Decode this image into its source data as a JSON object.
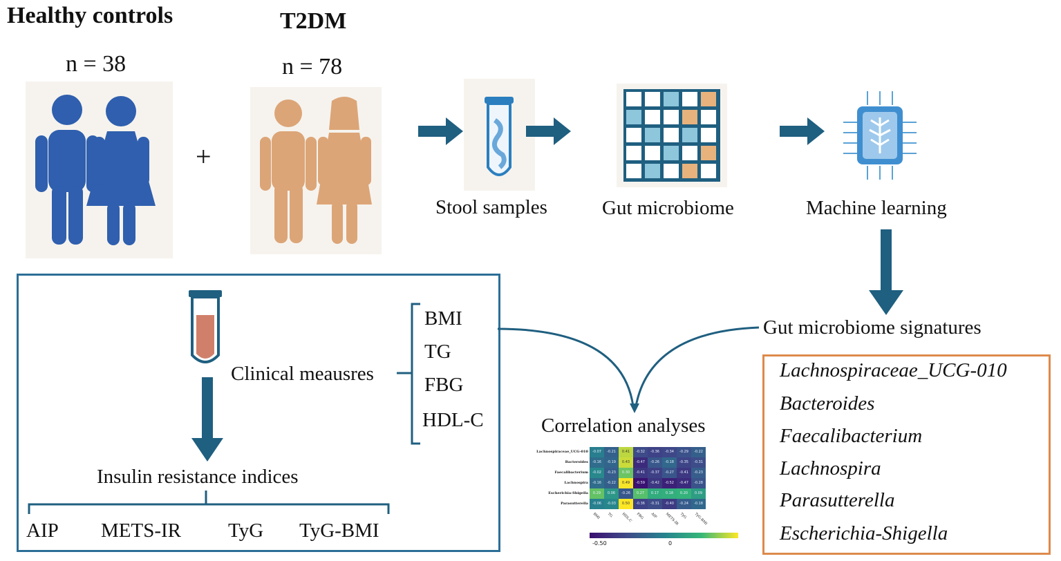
{
  "groups": {
    "healthy": {
      "title": "Healthy controls",
      "n": "n = 38"
    },
    "t2dm": {
      "title": "T2DM",
      "n": "n = 78"
    },
    "plus": "+"
  },
  "pipeline": {
    "stool": "Stool samples",
    "microbiome": "Gut microbiome",
    "ml": "Machine learning"
  },
  "signatures": {
    "title": "Gut microbiome signatures",
    "taxa": [
      "Lachnospiraceae_UCG-010",
      "Bacteroides",
      "Faecalibacterium",
      "Lachnospira",
      "Parasutterella",
      "Escherichia-Shigella"
    ]
  },
  "clinical": {
    "label": "Clinical meausres",
    "measures": [
      "BMI",
      "TG",
      "FBG",
      "HDL-C"
    ]
  },
  "insulin": {
    "title": "Insulin resistance indices",
    "indices": [
      "AIP",
      "METS-IR",
      "TyG",
      "TyG-BMI"
    ]
  },
  "correlation": {
    "title": "Correlation analyses",
    "rows": [
      "Lachnospiraceae_UCG-010",
      "Bacteroides",
      "Faecalibacterium",
      "Lachnospira",
      "Escherichia-Shigella",
      "Parasutterella"
    ],
    "cols": [
      "BMI",
      "TG",
      "HDL-C",
      "FBG",
      "AIP",
      "METS-IR",
      "TyG",
      "TyG-BMI"
    ],
    "values": [
      [
        -0.07,
        -0.21,
        0.41,
        -0.32,
        -0.36,
        -0.34,
        -0.29,
        -0.22
      ],
      [
        -0.16,
        -0.19,
        0.43,
        -0.47,
        -0.26,
        -0.18,
        -0.35,
        -0.31
      ],
      [
        -0.02,
        -0.23,
        0.3,
        -0.41,
        -0.37,
        -0.27,
        -0.41,
        -0.23
      ],
      [
        -0.16,
        -0.22,
        0.49,
        -0.59,
        -0.42,
        -0.52,
        -0.47,
        -0.28
      ],
      [
        0.29,
        0.06,
        -0.26,
        0.27,
        0.17,
        0.18,
        0.2,
        0.09
      ],
      [
        -0.06,
        -0.03,
        0.5,
        -0.36,
        -0.31,
        -0.4,
        -0.24,
        -0.18
      ]
    ],
    "scale_labels": [
      "-0.50",
      "0"
    ]
  },
  "colors": {
    "arrow": "#1f5f80",
    "healthy_figure": "#2f5fae",
    "t2dm_figure": "#dca577",
    "box_blue": "#2c6e97",
    "box_orange": "#dd8a4c"
  }
}
